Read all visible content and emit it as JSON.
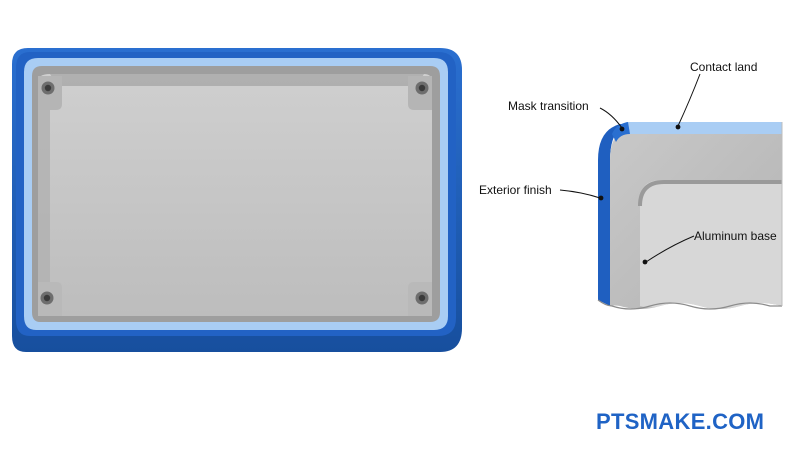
{
  "callouts": {
    "contact_land": "Contact land",
    "mask_transition": "Mask transition",
    "exterior_finish": "Exterior finish",
    "aluminum_base": "Aluminum base"
  },
  "brand": {
    "text": "PTSMAKE.COM",
    "color": "#1f63c5"
  },
  "colors": {
    "anodized_blue": "#1f5fc0",
    "mask_light_blue": "#a9cdf4",
    "aluminum": "#c9c9c9"
  }
}
